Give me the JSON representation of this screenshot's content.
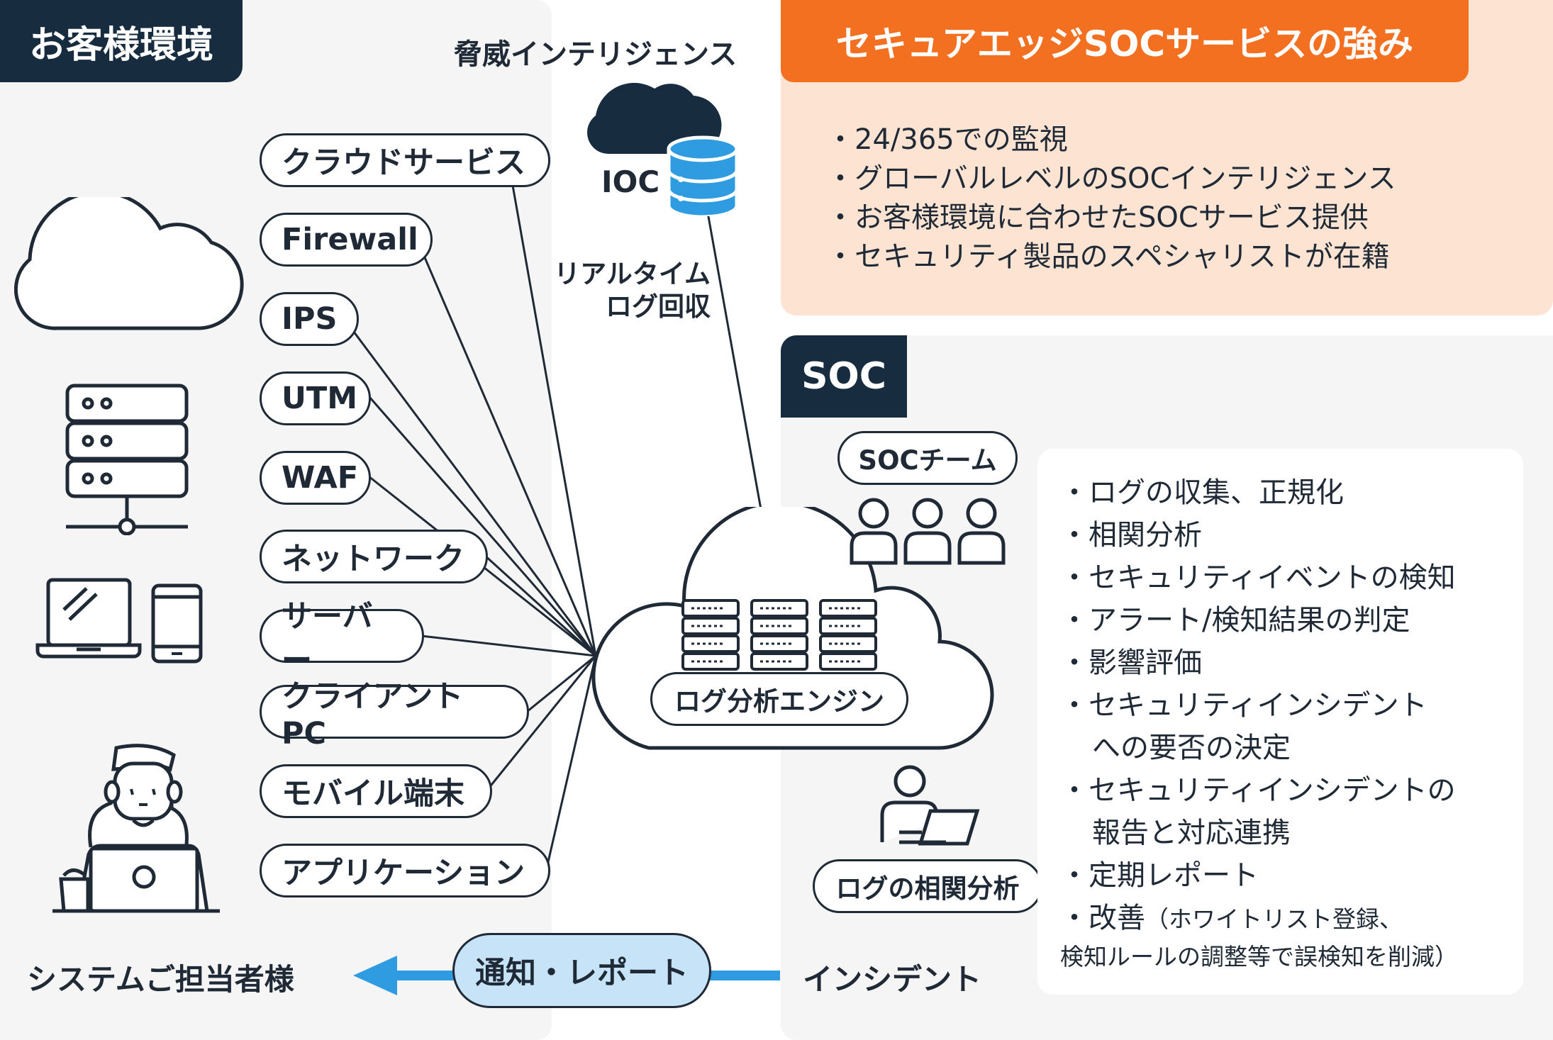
{
  "customer": {
    "tag": "お客様環境",
    "sources": [
      "クラウドサービス",
      "Firewall",
      "IPS",
      "UTM",
      "WAF",
      "ネットワーク",
      "サーバー",
      "クライアントPC",
      "モバイル端末",
      "アプリケーション"
    ],
    "footer": "システムご担当者様"
  },
  "intel": {
    "title": "脅威インテリジェンス",
    "ioc": "IOC",
    "realtime_line1": "リアルタイム",
    "realtime_line2": "ログ回収"
  },
  "engine": {
    "label": "ログ分析エンジン"
  },
  "strengths": {
    "tag": "セキュアエッジSOCサービスの強み",
    "items": [
      "・24/365での監視",
      "・グローバルレベルのSOCインテリジェンス",
      "・お客様環境に合わせたSOCサービス提供",
      "・セキュリティ製品のスペシャリストが在籍"
    ]
  },
  "soc": {
    "tag": "SOC",
    "team": "SOCチーム",
    "analysis": "ログの相関分析",
    "incident": "インシデント",
    "items": {
      "i1": "・ログの収集、正規化",
      "i2": "・相関分析",
      "i3": "・セキュリティイベントの検知",
      "i4": "・アラート/検知結果の判定",
      "i5": "・影響評価",
      "i6a": "・セキュリティインシデント",
      "i6b": "への要否の決定",
      "i7a": "・セキュリティインシデントの",
      "i7b": "報告と対応連携",
      "i8": "・定期レポート",
      "i9a": "・改善",
      "i9b": "（ホワイトリスト登録、",
      "i9c": "検知ルールの調整等で誤検知を削減）"
    }
  },
  "notify": {
    "label": "通知・レポート"
  },
  "colors": {
    "dark": "#172c3f",
    "orange": "#f37021",
    "peach": "#fde3d1",
    "blue": "#2f9be0",
    "light_blue": "#c6e3f7",
    "panel": "#f5f5f5"
  }
}
